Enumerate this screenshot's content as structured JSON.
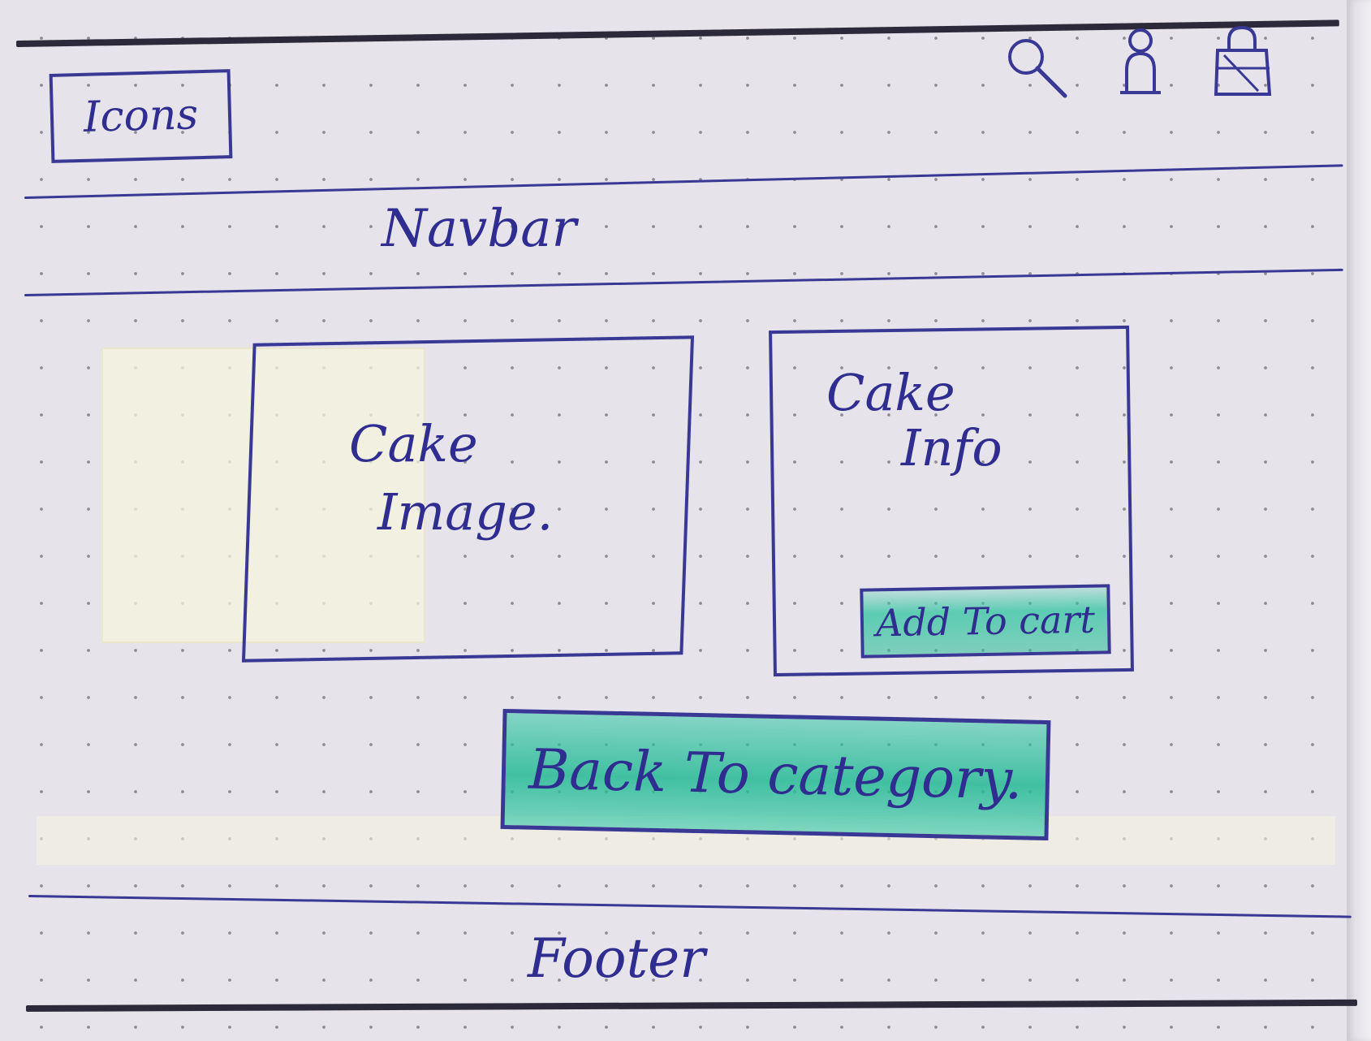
{
  "header": {
    "logo_label": "Icons",
    "icons": [
      "search-icon",
      "user-icon",
      "shopping-bag-icon"
    ]
  },
  "navbar": {
    "label": "Navbar"
  },
  "product": {
    "image_label_line1": "Cake",
    "image_label_line2": "Image.",
    "info_label_line1": "Cake",
    "info_label_line2": "Info",
    "add_to_cart_label": "Add To cart"
  },
  "actions": {
    "back_label": "Back To category."
  },
  "footer": {
    "label": "Footer"
  },
  "colors": {
    "ink": "#3a3895",
    "highlighter": "#2ec4a0",
    "paper": "#e6e3ea"
  }
}
